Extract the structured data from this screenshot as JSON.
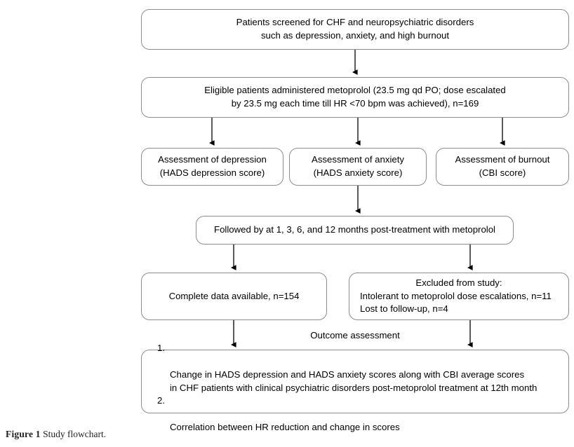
{
  "figure": {
    "caption_label": "Figure 1",
    "caption_text": "Study flowchart.",
    "border_color": "#8c8c8c",
    "connector_color": "#000000",
    "background": "#ffffff"
  },
  "nodes": {
    "screened": {
      "text": "Patients screened for CHF and neuropsychiatric disorders\nsuch as depression, anxiety, and high burnout"
    },
    "eligible": {
      "text": "Eligible patients administered metoprolol (23.5 mg qd PO; dose escalated\nby 23.5 mg each time till HR <70 bpm was achieved), n=169"
    },
    "depression": {
      "text": "Assessment of depression\n(HADS depression score)"
    },
    "anxiety": {
      "text": "Assessment of anxiety\n(HADS anxiety score)"
    },
    "burnout": {
      "text": "Assessment of burnout\n(CBI score)"
    },
    "followed": {
      "text": "Followed by at 1, 3, 6, and 12 months post-treatment with metoprolol"
    },
    "complete": {
      "text": "Complete data available, n=154"
    },
    "excluded": {
      "title": "Excluded from study:",
      "line1": "Intolerant to metoprolol dose escalations, n=11",
      "line2": "Lost to follow-up, n=4"
    },
    "outcome": {
      "title": "Outcome assessment",
      "item1_num": "1.",
      "item1": "Change in HADS depression and HADS anxiety scores along with CBI average scores\nin CHF patients with clinical psychiatric disorders post-metoprolol treatment at 12th month",
      "item2_num": "2.",
      "item2": "Correlation between HR reduction and change in scores"
    }
  }
}
